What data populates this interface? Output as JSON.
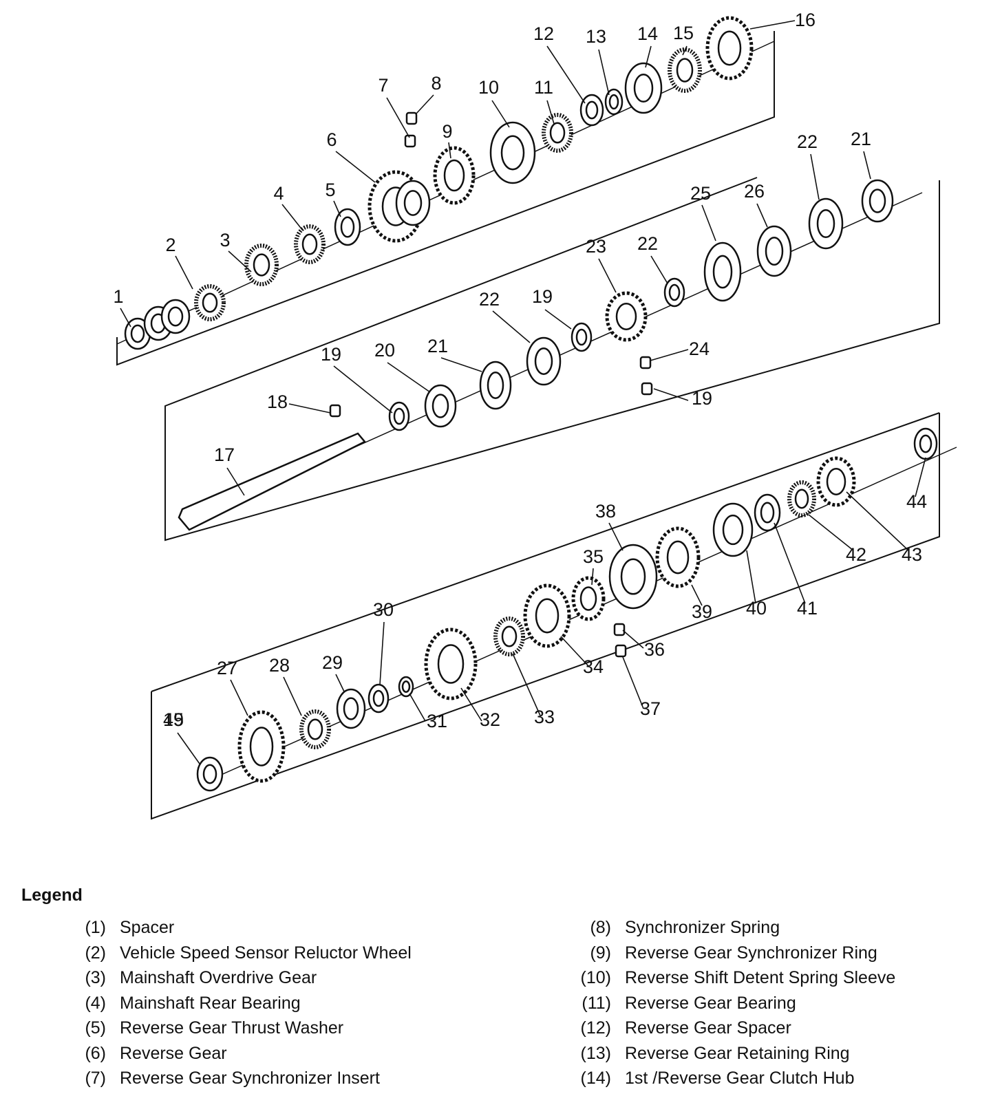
{
  "diagram": {
    "callouts": [
      "1",
      "2",
      "3",
      "4",
      "5",
      "6",
      "7",
      "8",
      "9",
      "10",
      "11",
      "12",
      "13",
      "14",
      "15",
      "16",
      "17",
      "18",
      "19",
      "20",
      "21",
      "22",
      "23",
      "19",
      "22",
      "19",
      "24",
      "25",
      "26",
      "22",
      "21",
      "27",
      "28",
      "29",
      "30",
      "31",
      "32",
      "33",
      "34",
      "35",
      "36",
      "37",
      "38",
      "39",
      "40",
      "41",
      "42",
      "43",
      "44",
      "45",
      "19"
    ]
  },
  "legend": {
    "title": "Legend",
    "left": [
      {
        "num": "(1)",
        "label": "Spacer"
      },
      {
        "num": "(2)",
        "label": "Vehicle Speed Sensor Reluctor Wheel"
      },
      {
        "num": "(3)",
        "label": "Mainshaft Overdrive Gear"
      },
      {
        "num": "(4)",
        "label": "Mainshaft Rear Bearing"
      },
      {
        "num": "(5)",
        "label": "Reverse Gear Thrust Washer"
      },
      {
        "num": "(6)",
        "label": "Reverse Gear"
      },
      {
        "num": "(7)",
        "label": "Reverse Gear Synchronizer Insert"
      }
    ],
    "right": [
      {
        "num": "(8)",
        "label": "Synchronizer Spring"
      },
      {
        "num": "(9)",
        "label": "Reverse Gear Synchronizer Ring"
      },
      {
        "num": "(10)",
        "label": "Reverse Shift Detent Spring Sleeve"
      },
      {
        "num": "(11)",
        "label": "Reverse Gear Bearing"
      },
      {
        "num": "(12)",
        "label": "Reverse Gear Spacer"
      },
      {
        "num": "(13)",
        "label": "Reverse Gear Retaining Ring"
      },
      {
        "num": "(14)",
        "label": "1st /Reverse Gear Clutch Hub"
      }
    ]
  }
}
